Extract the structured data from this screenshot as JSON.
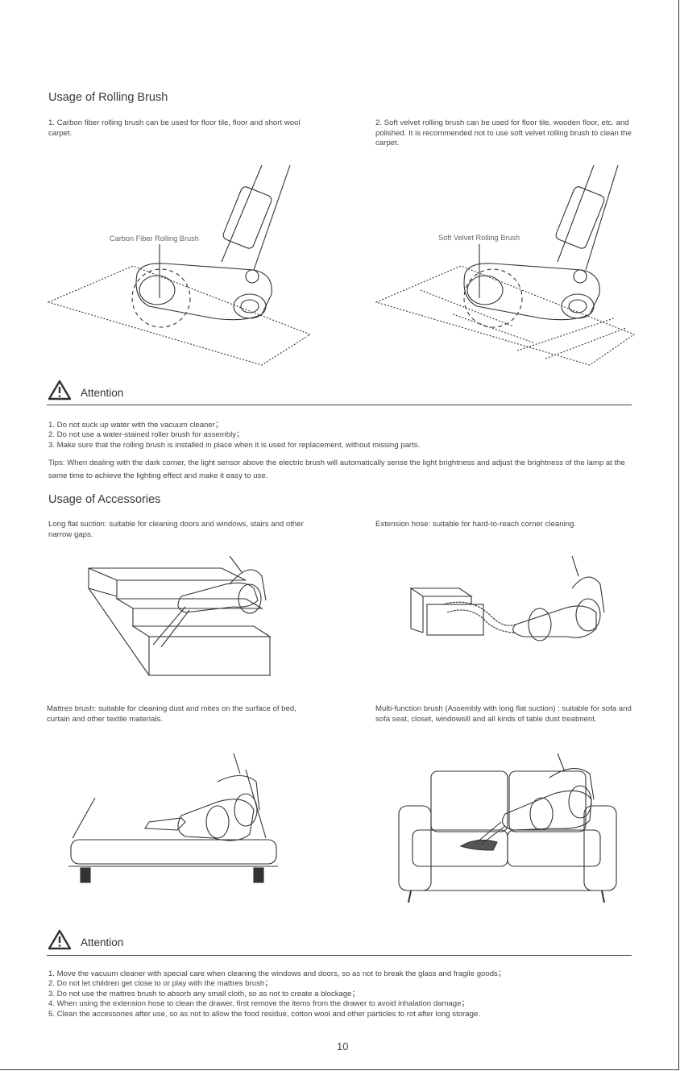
{
  "rolling": {
    "title": "Usage of Rolling Brush",
    "carbon_desc": "1. Carbon fiber rolling brush can be used for floor tile, floor and short wool carpet.",
    "velvet_desc": "2. Soft velvet rolling brush can be used for floor tile, wooden floor, etc. and polished. It is recommended not to use soft velvet rolling brush to clean the carpet.",
    "carbon_label": "Carbon Fiber Rolling Brush",
    "velvet_label": "Soft Velvet Rolling Brush"
  },
  "attention1": {
    "label": "Attention",
    "items": [
      "1. Do not suck up water with the vacuum cleaner；",
      "2. Do not use a water-stained roller brush for assembly；",
      "3. Make sure that the rolling brush is installed in place when it is used for replacement, without missing parts."
    ],
    "tips": "Tips: When dealing with the dark corner, the light sensor above the electric brush will automatically sense the light brightness and adjust the brightness of the lamp at the same time to achieve the lighting effect and make it easy to use."
  },
  "accessories": {
    "title": "Usage of Accessories",
    "flat_suction": "Long flat suction: suitable for cleaning doors and windows, stairs and other narrow gaps.",
    "extension_hose": "Extension hose: suitable for hard-to-reach corner cleaning.",
    "mattress_brush": "Mattres brush: suitable for cleaning dust and mites on the surface of bed, curtain and other textile materials.",
    "multi_brush": "Multi-function brush (Assembly with long flat suction) : suitable for sofa and sofa seat, closet, windowsill and all kinds of table dust treatment."
  },
  "attention2": {
    "label": "Attention",
    "items": [
      "1. Move the vacuum cleaner with special care when cleaning the windows and doors, so as not to break the glass and fragile goods；",
      "2. Do not let children get close to or play with the mattres brush；",
      "3. Do not use the mattres brush to absorb any small cloth, so as not to create a blockage；",
      "4. When using the extension hose to clean the drawer, first remove the items from the drawer to avoid inhalation damage；",
      "5. Clean the accessories after use, so as not to allow the food residue, cotton wool and other particles to rot after long storage."
    ]
  },
  "page_number": "10",
  "icons": [
    "warning-icon"
  ]
}
